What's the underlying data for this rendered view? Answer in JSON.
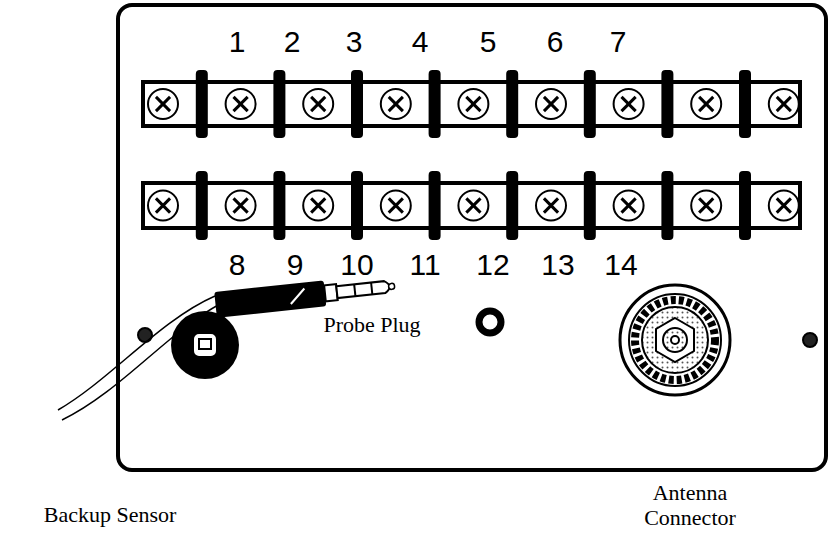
{
  "diagram": {
    "labels": [
      "1",
      "2",
      "3",
      "4",
      "5",
      "6",
      "7",
      "8",
      "9",
      "10",
      "11",
      "12",
      "13",
      "14",
      "Probe Plug",
      "Backup Sensor",
      "Antenna Connector"
    ]
  }
}
